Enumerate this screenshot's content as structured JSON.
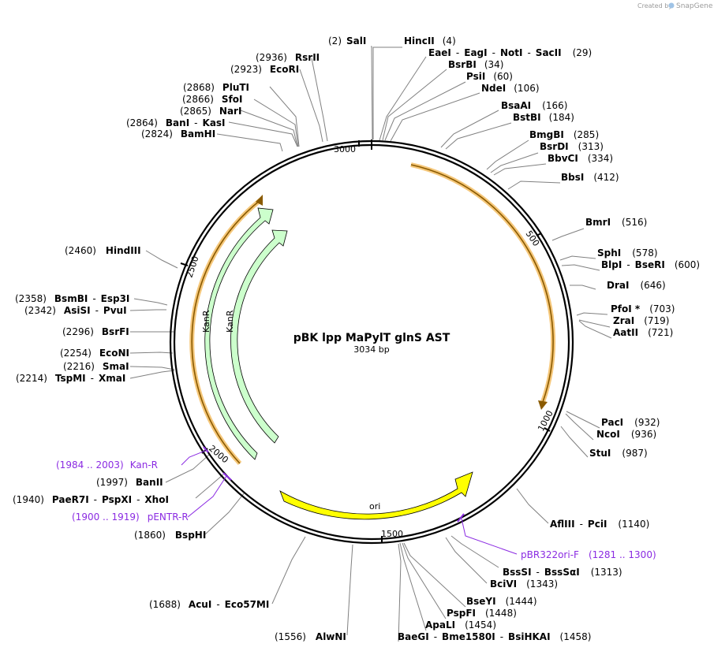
{
  "header": {
    "created_by": "Created by",
    "brand": "SnapGene"
  },
  "map": {
    "name": "pBK lpp MaPylT glnS AST",
    "length_label": "3034 bp",
    "length": 3034,
    "ticks": [
      "500",
      "1000",
      "1500",
      "2000",
      "2500",
      "3000"
    ]
  },
  "sites": [
    {
      "id": "s1",
      "side": "R",
      "parts": [
        "(2)",
        "SalI"
      ]
    },
    {
      "id": "s2",
      "side": "R",
      "parts": [
        "HincII",
        "(4)"
      ]
    },
    {
      "id": "s3",
      "side": "R",
      "parts": [
        "EaeI",
        "-",
        "EagI",
        "-",
        "NotI",
        "-",
        "SacII",
        "(29)"
      ]
    },
    {
      "id": "s4",
      "side": "R",
      "parts": [
        "BsrBI",
        "(34)"
      ]
    },
    {
      "id": "s5",
      "side": "R",
      "parts": [
        "PsiI",
        "(60)"
      ]
    },
    {
      "id": "s6",
      "side": "R",
      "parts": [
        "NdeI",
        "(106)"
      ]
    },
    {
      "id": "s7",
      "side": "R",
      "parts": [
        "BsaAI",
        "(166)"
      ]
    },
    {
      "id": "s8",
      "side": "R",
      "parts": [
        "BstBI",
        "(184)"
      ]
    },
    {
      "id": "s9",
      "side": "R",
      "parts": [
        "BmgBI",
        "(285)"
      ]
    },
    {
      "id": "s10",
      "side": "R",
      "parts": [
        "BsrDI",
        "(313)"
      ]
    },
    {
      "id": "s11",
      "side": "R",
      "parts": [
        "BbvCI",
        "(334)"
      ]
    },
    {
      "id": "s12",
      "side": "R",
      "parts": [
        "BbsI",
        "(412)"
      ]
    },
    {
      "id": "s13",
      "side": "R",
      "parts": [
        "BmrI",
        "(516)"
      ]
    },
    {
      "id": "s14",
      "side": "R",
      "parts": [
        "SphI",
        "(578)"
      ]
    },
    {
      "id": "s15",
      "side": "R",
      "parts": [
        "BlpI",
        "-",
        "BseRI",
        "(600)"
      ]
    },
    {
      "id": "s16",
      "side": "R",
      "parts": [
        "DraI",
        "(646)"
      ]
    },
    {
      "id": "s17",
      "side": "R",
      "parts": [
        "PfoI *",
        "(703)"
      ]
    },
    {
      "id": "s18",
      "side": "R",
      "parts": [
        "ZraI",
        "(719)"
      ]
    },
    {
      "id": "s19",
      "side": "R",
      "parts": [
        "AatII",
        "(721)"
      ]
    },
    {
      "id": "s20",
      "side": "R",
      "parts": [
        "PacI",
        "(932)"
      ]
    },
    {
      "id": "s21",
      "side": "R",
      "parts": [
        "NcoI",
        "(936)"
      ]
    },
    {
      "id": "s22",
      "side": "R",
      "parts": [
        "StuI",
        "(987)"
      ]
    },
    {
      "id": "s23",
      "side": "R",
      "parts": [
        "AflIII",
        "-",
        "PciI",
        "(1140)"
      ]
    },
    {
      "id": "s24",
      "side": "R",
      "parts": [
        "BssSI",
        "-",
        "BssSαI",
        "(1313)"
      ]
    },
    {
      "id": "s25",
      "side": "R",
      "parts": [
        "BciVI",
        "(1343)"
      ]
    },
    {
      "id": "s26",
      "side": "R",
      "parts": [
        "BseYI",
        "(1444)"
      ]
    },
    {
      "id": "s27",
      "side": "R",
      "parts": [
        "PspFI",
        "(1448)"
      ]
    },
    {
      "id": "s28",
      "side": "R",
      "parts": [
        "ApaLI",
        "(1454)"
      ]
    },
    {
      "id": "s29",
      "side": "R",
      "parts": [
        "BaeGI",
        "-",
        "Bme1580I",
        "-",
        "BsiHKAI",
        "(1458)"
      ]
    },
    {
      "id": "s30",
      "side": "L",
      "parts": [
        "(1556)",
        "AlwNI"
      ]
    },
    {
      "id": "s31",
      "side": "L",
      "parts": [
        "(1688)",
        "AcuI",
        "-",
        "Eco57MI"
      ]
    },
    {
      "id": "s32",
      "side": "L",
      "parts": [
        "(1860)",
        "BspHI"
      ]
    },
    {
      "id": "s33",
      "side": "L",
      "parts": [
        "(1940)",
        "PaeR7I",
        "-",
        "PspXI",
        "-",
        "XhoI"
      ]
    },
    {
      "id": "s34",
      "side": "L",
      "parts": [
        "(1997)",
        "BanII"
      ]
    },
    {
      "id": "s35",
      "side": "L",
      "parts": [
        "(2214)",
        "TspMI",
        "-",
        "XmaI"
      ]
    },
    {
      "id": "s36",
      "side": "L",
      "parts": [
        "(2216)",
        "SmaI"
      ]
    },
    {
      "id": "s37",
      "side": "L",
      "parts": [
        "(2254)",
        "EcoNI"
      ]
    },
    {
      "id": "s38",
      "side": "L",
      "parts": [
        "(2296)",
        "BsrFI"
      ]
    },
    {
      "id": "s39",
      "side": "L",
      "parts": [
        "(2342)",
        "AsiSI",
        "-",
        "PvuI"
      ]
    },
    {
      "id": "s40",
      "side": "L",
      "parts": [
        "(2358)",
        "BsmBI",
        "-",
        "Esp3I"
      ]
    },
    {
      "id": "s41",
      "side": "L",
      "parts": [
        "(2460)",
        "HindIII"
      ]
    },
    {
      "id": "s42",
      "side": "L",
      "parts": [
        "(2824)",
        "BamHI"
      ]
    },
    {
      "id": "s43",
      "side": "L",
      "parts": [
        "(2864)",
        "BanI",
        "-",
        "KasI"
      ]
    },
    {
      "id": "s44",
      "side": "L",
      "parts": [
        "(2865)",
        "NarI"
      ]
    },
    {
      "id": "s45",
      "side": "L",
      "parts": [
        "(2866)",
        "SfoI"
      ]
    },
    {
      "id": "s46",
      "side": "L",
      "parts": [
        "(2868)",
        "PluTI"
      ]
    },
    {
      "id": "s47",
      "side": "L",
      "parts": [
        "(2923)",
        "EcoRI"
      ]
    },
    {
      "id": "s48",
      "side": "L",
      "parts": [
        "(2936)",
        "RsrII"
      ]
    }
  ],
  "primers": [
    {
      "id": "p1",
      "label": "pBR322ori-F",
      "range": "(1281 .. 1300)"
    },
    {
      "id": "p2",
      "label": "Kan-R",
      "range": "(1984 .. 2003)"
    },
    {
      "id": "p3",
      "label": "pENTR-R",
      "range": "(1900 .. 1919)"
    }
  ],
  "features": [
    {
      "id": "f1",
      "label": "ori",
      "color": "#ffff00"
    },
    {
      "id": "f2",
      "label": "KanR",
      "color": "#ccffcc"
    },
    {
      "id": "f3",
      "label": "KanR",
      "color": "#ccffcc"
    }
  ],
  "colors": {
    "backbone": "#000000",
    "orange": "#f5a623",
    "primer": "#8b2be2",
    "leader": "#808080"
  }
}
